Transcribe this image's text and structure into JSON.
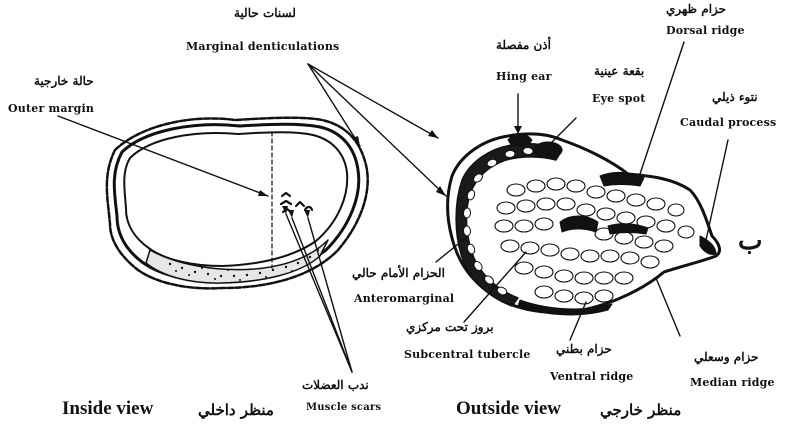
{
  "labels": {
    "marginal_denticulations_ar": "لسنات حالية",
    "marginal_denticulations_en": "Marginal denticulations",
    "outer_margin_ar": "حالة خارجية",
    "outer_margin_en": "Outer margin",
    "hing_ear_ar": "أذن مفصلة",
    "hing_ear_en": "Hing ear",
    "eye_spot_ar": "بقعة عينية",
    "eye_spot_en": "Eye spot",
    "dorsal_ridge_ar": "حزام ظهري",
    "dorsal_ridge_en": "Dorsal ridge",
    "caudal_process_ar": "نتوء ذيلي",
    "caudal_process_en": "Caudal process",
    "anteromarginal_ar": "الحزام الأمام حالي",
    "anteromarginal_en": "Anteromarginal",
    "subcentral_tubercle_ar": "بروز تحت مركزي",
    "subcentral_tubercle_en": "Subcentral tubercle",
    "ventral_ridge_ar": "حزام بطني",
    "ventral_ridge_en": "Ventral ridge",
    "median_ridge_ar": "حزام وسعلي",
    "median_ridge_en": "Median ridge",
    "muscle_scars_ar": "ندب العضلات",
    "muscle_scars_en": "Muscle scars",
    "figure_letter": "ب"
  },
  "captions": {
    "inside_en": "Inside view",
    "inside_ar": "منظر داخلي",
    "outside_en": "Outside view",
    "outside_ar": "منظر خارجي"
  }
}
